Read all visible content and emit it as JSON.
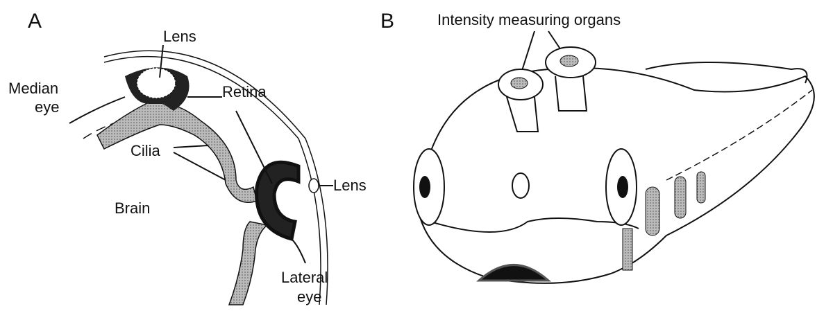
{
  "panel_a": {
    "letter": "A",
    "labels": {
      "lens_top": "Lens",
      "median_eye_line1": "Median",
      "median_eye_line2": "eye",
      "retina": "Retina",
      "cilia": "Cilia",
      "brain": "Brain",
      "lens_right": "Lens",
      "lateral_eye_line1": "Lateral",
      "lateral_eye_line2": "eye"
    }
  },
  "panel_b": {
    "letter": "B",
    "labels": {
      "intensity_organs": "Intensity measuring organs"
    }
  }
}
